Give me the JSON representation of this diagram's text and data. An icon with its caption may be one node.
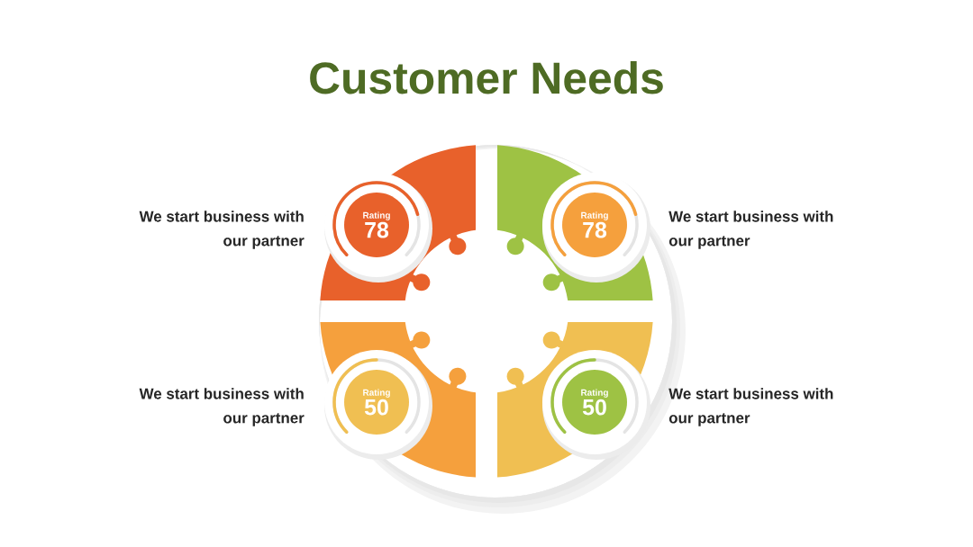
{
  "diagram": {
    "title": "Customer Needs",
    "nodes": [
      {
        "text": [
          "Rating",
          "78"
        ],
        "beside": [
          "We start business with our partner"
        ]
      },
      {
        "text": [
          "Rating",
          "78"
        ],
        "beside": [
          "We start business with our partner"
        ]
      },
      {
        "text": [
          "Rating",
          "50"
        ],
        "beside": [
          "We start business with our partner"
        ]
      },
      {
        "text": [
          "Rating",
          "50"
        ],
        "beside": [
          "We start business with our partner"
        ]
      }
    ]
  }
}
